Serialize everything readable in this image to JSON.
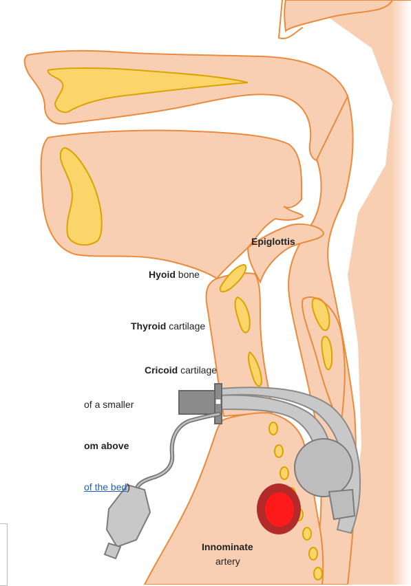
{
  "labels": {
    "epiglottis": {
      "bold": "Epiglottis",
      "rest": ""
    },
    "hyoid": {
      "bold": "Hyoid",
      "rest": " bone"
    },
    "thyroid": {
      "bold": "Thyroid",
      "rest": " cartilage"
    },
    "cricoid": {
      "bold": "Cricoid",
      "rest": " cartilage"
    },
    "innominate": {
      "bold": "Innominate",
      "rest": "artery"
    }
  },
  "background_text": {
    "line1": "of a smaller",
    "line2": "om above",
    "line3_link": "of the bed",
    "line3_tail": ")"
  },
  "colors": {
    "skin": "#f8cfb2",
    "outline": "#e98a3c",
    "cartilage": "#fbd56a",
    "cartilage_outline": "#d9a400",
    "tube": "#c8c8c8",
    "tube_outline": "#8a8a8a",
    "artery_outer": "#b32a2a",
    "artery_inner": "#ff1a1a"
  }
}
